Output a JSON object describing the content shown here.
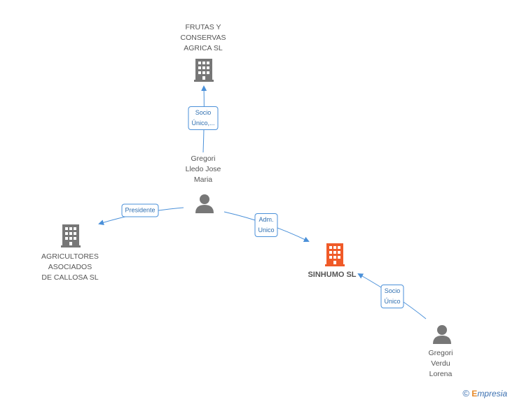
{
  "nodes": {
    "frutas": {
      "label": "FRUTAS Y\nCONSERVAS\nAGRICA  SL",
      "type": "company"
    },
    "gregori_lledo": {
      "label": "Gregori\nLledo Jose\nMaria",
      "type": "person"
    },
    "agricultores": {
      "label": "AGRICULTORES\nASOCIADOS\nDE CALLOSA SL",
      "type": "company"
    },
    "sinhumo": {
      "label": "SINHUMO SL",
      "type": "company-main"
    },
    "gregori_verdu": {
      "label": "Gregori\nVerdu\nLorena",
      "type": "person"
    }
  },
  "edges": {
    "socio_unico_1": {
      "label": "Socio\nÚnico,..."
    },
    "presidente": {
      "label": "Presidente"
    },
    "adm_unico": {
      "label": "Adm.\nUnico"
    },
    "socio_unico_2": {
      "label": "Socio\nÚnico"
    }
  },
  "colors": {
    "edge": "#4a90d9",
    "company": "#777777",
    "person": "#777777",
    "main_company": "#f05a28"
  },
  "footer": {
    "copyright": "©",
    "brand_e": "E",
    "brand_rest": "mpresia"
  }
}
